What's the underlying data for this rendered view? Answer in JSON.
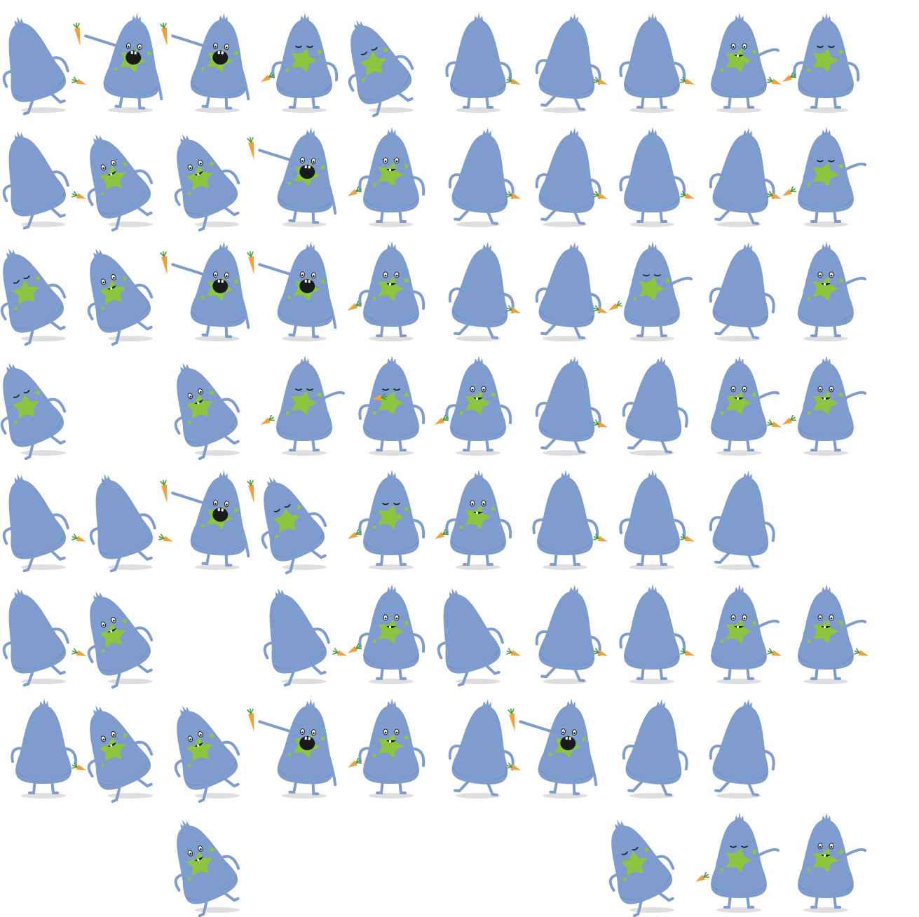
{
  "sheet": {
    "background": "#ffffff",
    "colors": {
      "body": "#7f9ccf",
      "body_dark": "#6d89bd",
      "limb": "#7f9ccf",
      "splat": "#8cc63f",
      "splat_dark": "#6aa52a",
      "mouth": "#1a1a1a",
      "carrot": "#f4a03a",
      "carrot_leaf": "#4a9e3a",
      "shadow": "#dedede"
    },
    "sprites": [
      {
        "row": 1,
        "col": 1,
        "pose": "walk-away",
        "face": "none",
        "splat": false,
        "carrot": "low-right"
      },
      {
        "row": 1,
        "col": 2,
        "pose": "reach-up",
        "face": "open-mouth",
        "splat": true,
        "carrot": "held-high"
      },
      {
        "row": 1,
        "col": 3,
        "pose": "reach-up",
        "face": "open-mouth",
        "splat": true,
        "carrot": "held-high"
      },
      {
        "row": 1,
        "col": 4,
        "pose": "stand",
        "face": "eyes-closed",
        "splat": true,
        "carrot": "low-left"
      },
      {
        "row": 1,
        "col": 5,
        "pose": "lean-left",
        "face": "eyes-closed",
        "splat": true,
        "carrot": "none"
      },
      {
        "row": 1,
        "col": 6,
        "pose": "stand",
        "face": "none",
        "splat": false,
        "carrot": "low-right"
      },
      {
        "row": 1,
        "col": 7,
        "pose": "walk",
        "face": "none",
        "splat": false,
        "carrot": "low-right"
      },
      {
        "row": 1,
        "col": 8,
        "pose": "stand",
        "face": "none",
        "splat": false,
        "carrot": "low-right"
      },
      {
        "row": 1,
        "col": 9,
        "pose": "hug",
        "face": "smile",
        "splat": true,
        "carrot": "low-right"
      },
      {
        "row": 1,
        "col": 10,
        "pose": "stand",
        "face": "eyes-closed",
        "splat": true,
        "carrot": "low-left"
      },
      {
        "row": 2,
        "col": 1,
        "pose": "walk-away",
        "face": "none",
        "splat": false,
        "carrot": "low-right"
      },
      {
        "row": 2,
        "col": 2,
        "pose": "lean-left",
        "face": "smile",
        "splat": true,
        "carrot": "none"
      },
      {
        "row": 2,
        "col": 3,
        "pose": "lean-left",
        "face": "smile",
        "splat": true,
        "carrot": "none"
      },
      {
        "row": 2,
        "col": 4,
        "pose": "reach-up",
        "face": "open-mouth",
        "splat": true,
        "carrot": "held-high"
      },
      {
        "row": 2,
        "col": 5,
        "pose": "stand",
        "face": "smile",
        "splat": true,
        "carrot": "low-left"
      },
      {
        "row": 2,
        "col": 6,
        "pose": "walk",
        "face": "none",
        "splat": false,
        "carrot": "low-right"
      },
      {
        "row": 2,
        "col": 7,
        "pose": "walk",
        "face": "none",
        "splat": false,
        "carrot": "low-right"
      },
      {
        "row": 2,
        "col": 8,
        "pose": "stand",
        "face": "none",
        "splat": false,
        "carrot": "low-right"
      },
      {
        "row": 2,
        "col": 9,
        "pose": "walk",
        "face": "none",
        "splat": false,
        "carrot": "low-right"
      },
      {
        "row": 2,
        "col": 10,
        "pose": "hug",
        "face": "eyes-closed",
        "splat": true,
        "carrot": "low-left"
      },
      {
        "row": 3,
        "col": 1,
        "pose": "lean-left",
        "face": "eyes-closed",
        "splat": true,
        "carrot": "none"
      },
      {
        "row": 3,
        "col": 2,
        "pose": "lean-left",
        "face": "smile",
        "splat": true,
        "carrot": "none"
      },
      {
        "row": 3,
        "col": 3,
        "pose": "reach-up",
        "face": "open-mouth",
        "splat": true,
        "carrot": "held-high"
      },
      {
        "row": 3,
        "col": 4,
        "pose": "reach-up",
        "face": "open-mouth",
        "splat": true,
        "carrot": "held-high"
      },
      {
        "row": 3,
        "col": 5,
        "pose": "stand",
        "face": "smile",
        "splat": true,
        "carrot": "low-left"
      },
      {
        "row": 3,
        "col": 6,
        "pose": "walk",
        "face": "none",
        "splat": false,
        "carrot": "low-right"
      },
      {
        "row": 3,
        "col": 7,
        "pose": "walk",
        "face": "none",
        "splat": false,
        "carrot": "low-right"
      },
      {
        "row": 3,
        "col": 8,
        "pose": "hug",
        "face": "eyes-closed",
        "splat": true,
        "carrot": "low-left"
      },
      {
        "row": 3,
        "col": 9,
        "pose": "walk",
        "face": "none",
        "splat": false,
        "carrot": "none"
      },
      {
        "row": 3,
        "col": 10,
        "pose": "hug",
        "face": "smile",
        "splat": true,
        "carrot": "none"
      },
      {
        "row": 4,
        "col": 1,
        "pose": "lean-left",
        "face": "eyes-closed",
        "splat": true,
        "carrot": "none"
      },
      {
        "row": 4,
        "col": 3,
        "pose": "lean-left",
        "face": "smile",
        "splat": true,
        "carrot": "none"
      },
      {
        "row": 4,
        "col": 4,
        "pose": "hug",
        "face": "eyes-closed",
        "splat": true,
        "carrot": "low-left"
      },
      {
        "row": 4,
        "col": 5,
        "pose": "eat",
        "face": "eyes-closed",
        "splat": true,
        "carrot": "at-mouth"
      },
      {
        "row": 4,
        "col": 6,
        "pose": "stand",
        "face": "smile",
        "splat": true,
        "carrot": "low-left"
      },
      {
        "row": 4,
        "col": 7,
        "pose": "walk",
        "face": "none",
        "splat": false,
        "carrot": "low-right"
      },
      {
        "row": 4,
        "col": 8,
        "pose": "walk",
        "face": "none",
        "splat": false,
        "carrot": "none"
      },
      {
        "row": 4,
        "col": 9,
        "pose": "hug",
        "face": "smile",
        "splat": true,
        "carrot": "low-right"
      },
      {
        "row": 4,
        "col": 10,
        "pose": "hug",
        "face": "smile",
        "splat": true,
        "carrot": "low-left"
      },
      {
        "row": 5,
        "col": 1,
        "pose": "walk-away",
        "face": "none",
        "splat": false,
        "carrot": "low-right"
      },
      {
        "row": 5,
        "col": 2,
        "pose": "walk-away",
        "face": "none",
        "splat": false,
        "carrot": "low-right"
      },
      {
        "row": 5,
        "col": 3,
        "pose": "reach-up",
        "face": "open-mouth",
        "splat": true,
        "carrot": "held-high"
      },
      {
        "row": 5,
        "col": 4,
        "pose": "lean-left",
        "face": "eyes-closed",
        "splat": true,
        "carrot": "held-high"
      },
      {
        "row": 5,
        "col": 5,
        "pose": "stand",
        "face": "eyes-closed",
        "splat": true,
        "carrot": "low-left"
      },
      {
        "row": 5,
        "col": 6,
        "pose": "stand",
        "face": "smile",
        "splat": true,
        "carrot": "low-left"
      },
      {
        "row": 5,
        "col": 7,
        "pose": "stand",
        "face": "none",
        "splat": false,
        "carrot": "low-right"
      },
      {
        "row": 5,
        "col": 8,
        "pose": "stand",
        "face": "none",
        "splat": false,
        "carrot": "low-right"
      },
      {
        "row": 5,
        "col": 9,
        "pose": "walk",
        "face": "none",
        "splat": false,
        "carrot": "none"
      },
      {
        "row": 6,
        "col": 1,
        "pose": "walk-away",
        "face": "none",
        "splat": false,
        "carrot": "low-right"
      },
      {
        "row": 6,
        "col": 2,
        "pose": "lean-left",
        "face": "smile",
        "splat": true,
        "carrot": "none"
      },
      {
        "row": 6,
        "col": 4,
        "pose": "walk-away",
        "face": "none",
        "splat": false,
        "carrot": "low-right"
      },
      {
        "row": 6,
        "col": 5,
        "pose": "stand",
        "face": "smile",
        "splat": true,
        "carrot": "low-left"
      },
      {
        "row": 6,
        "col": 6,
        "pose": "walk-away",
        "face": "none",
        "splat": false,
        "carrot": "low-right"
      },
      {
        "row": 6,
        "col": 7,
        "pose": "walk",
        "face": "none",
        "splat": false,
        "carrot": "low-right"
      },
      {
        "row": 6,
        "col": 8,
        "pose": "stand",
        "face": "none",
        "splat": false,
        "carrot": "low-right"
      },
      {
        "row": 6,
        "col": 9,
        "pose": "hug",
        "face": "smile",
        "splat": true,
        "carrot": "low-right"
      },
      {
        "row": 6,
        "col": 10,
        "pose": "hug",
        "face": "smile",
        "splat": true,
        "carrot": "low-right"
      },
      {
        "row": 7,
        "col": 1,
        "pose": "stand",
        "face": "none",
        "splat": false,
        "carrot": "low-right"
      },
      {
        "row": 7,
        "col": 2,
        "pose": "lean-left",
        "face": "smile",
        "splat": true,
        "carrot": "none"
      },
      {
        "row": 7,
        "col": 3,
        "pose": "lean-left",
        "face": "smile",
        "splat": true,
        "carrot": "none"
      },
      {
        "row": 7,
        "col": 4,
        "pose": "reach-up",
        "face": "open-mouth",
        "splat": true,
        "carrot": "held-high"
      },
      {
        "row": 7,
        "col": 5,
        "pose": "stand",
        "face": "smile",
        "splat": true,
        "carrot": "low-left"
      },
      {
        "row": 7,
        "col": 6,
        "pose": "walk",
        "face": "none",
        "splat": false,
        "carrot": "low-right"
      },
      {
        "row": 7,
        "col": 7,
        "pose": "reach-up",
        "face": "open-mouth",
        "splat": true,
        "carrot": "held-high"
      },
      {
        "row": 7,
        "col": 8,
        "pose": "walk",
        "face": "none",
        "splat": false,
        "carrot": "none"
      },
      {
        "row": 7,
        "col": 9,
        "pose": "walk",
        "face": "none",
        "splat": false,
        "carrot": "none"
      },
      {
        "row": 8,
        "col": 3,
        "pose": "lean-left",
        "face": "smile",
        "splat": true,
        "carrot": "none"
      },
      {
        "row": 8,
        "col": 8,
        "pose": "lean-left",
        "face": "eyes-closed",
        "splat": true,
        "carrot": "none"
      },
      {
        "row": 8,
        "col": 9,
        "pose": "hug",
        "face": "eyes-closed",
        "splat": true,
        "carrot": "low-left"
      },
      {
        "row": 8,
        "col": 10,
        "pose": "hug",
        "face": "smile",
        "splat": true,
        "carrot": "none"
      }
    ]
  }
}
